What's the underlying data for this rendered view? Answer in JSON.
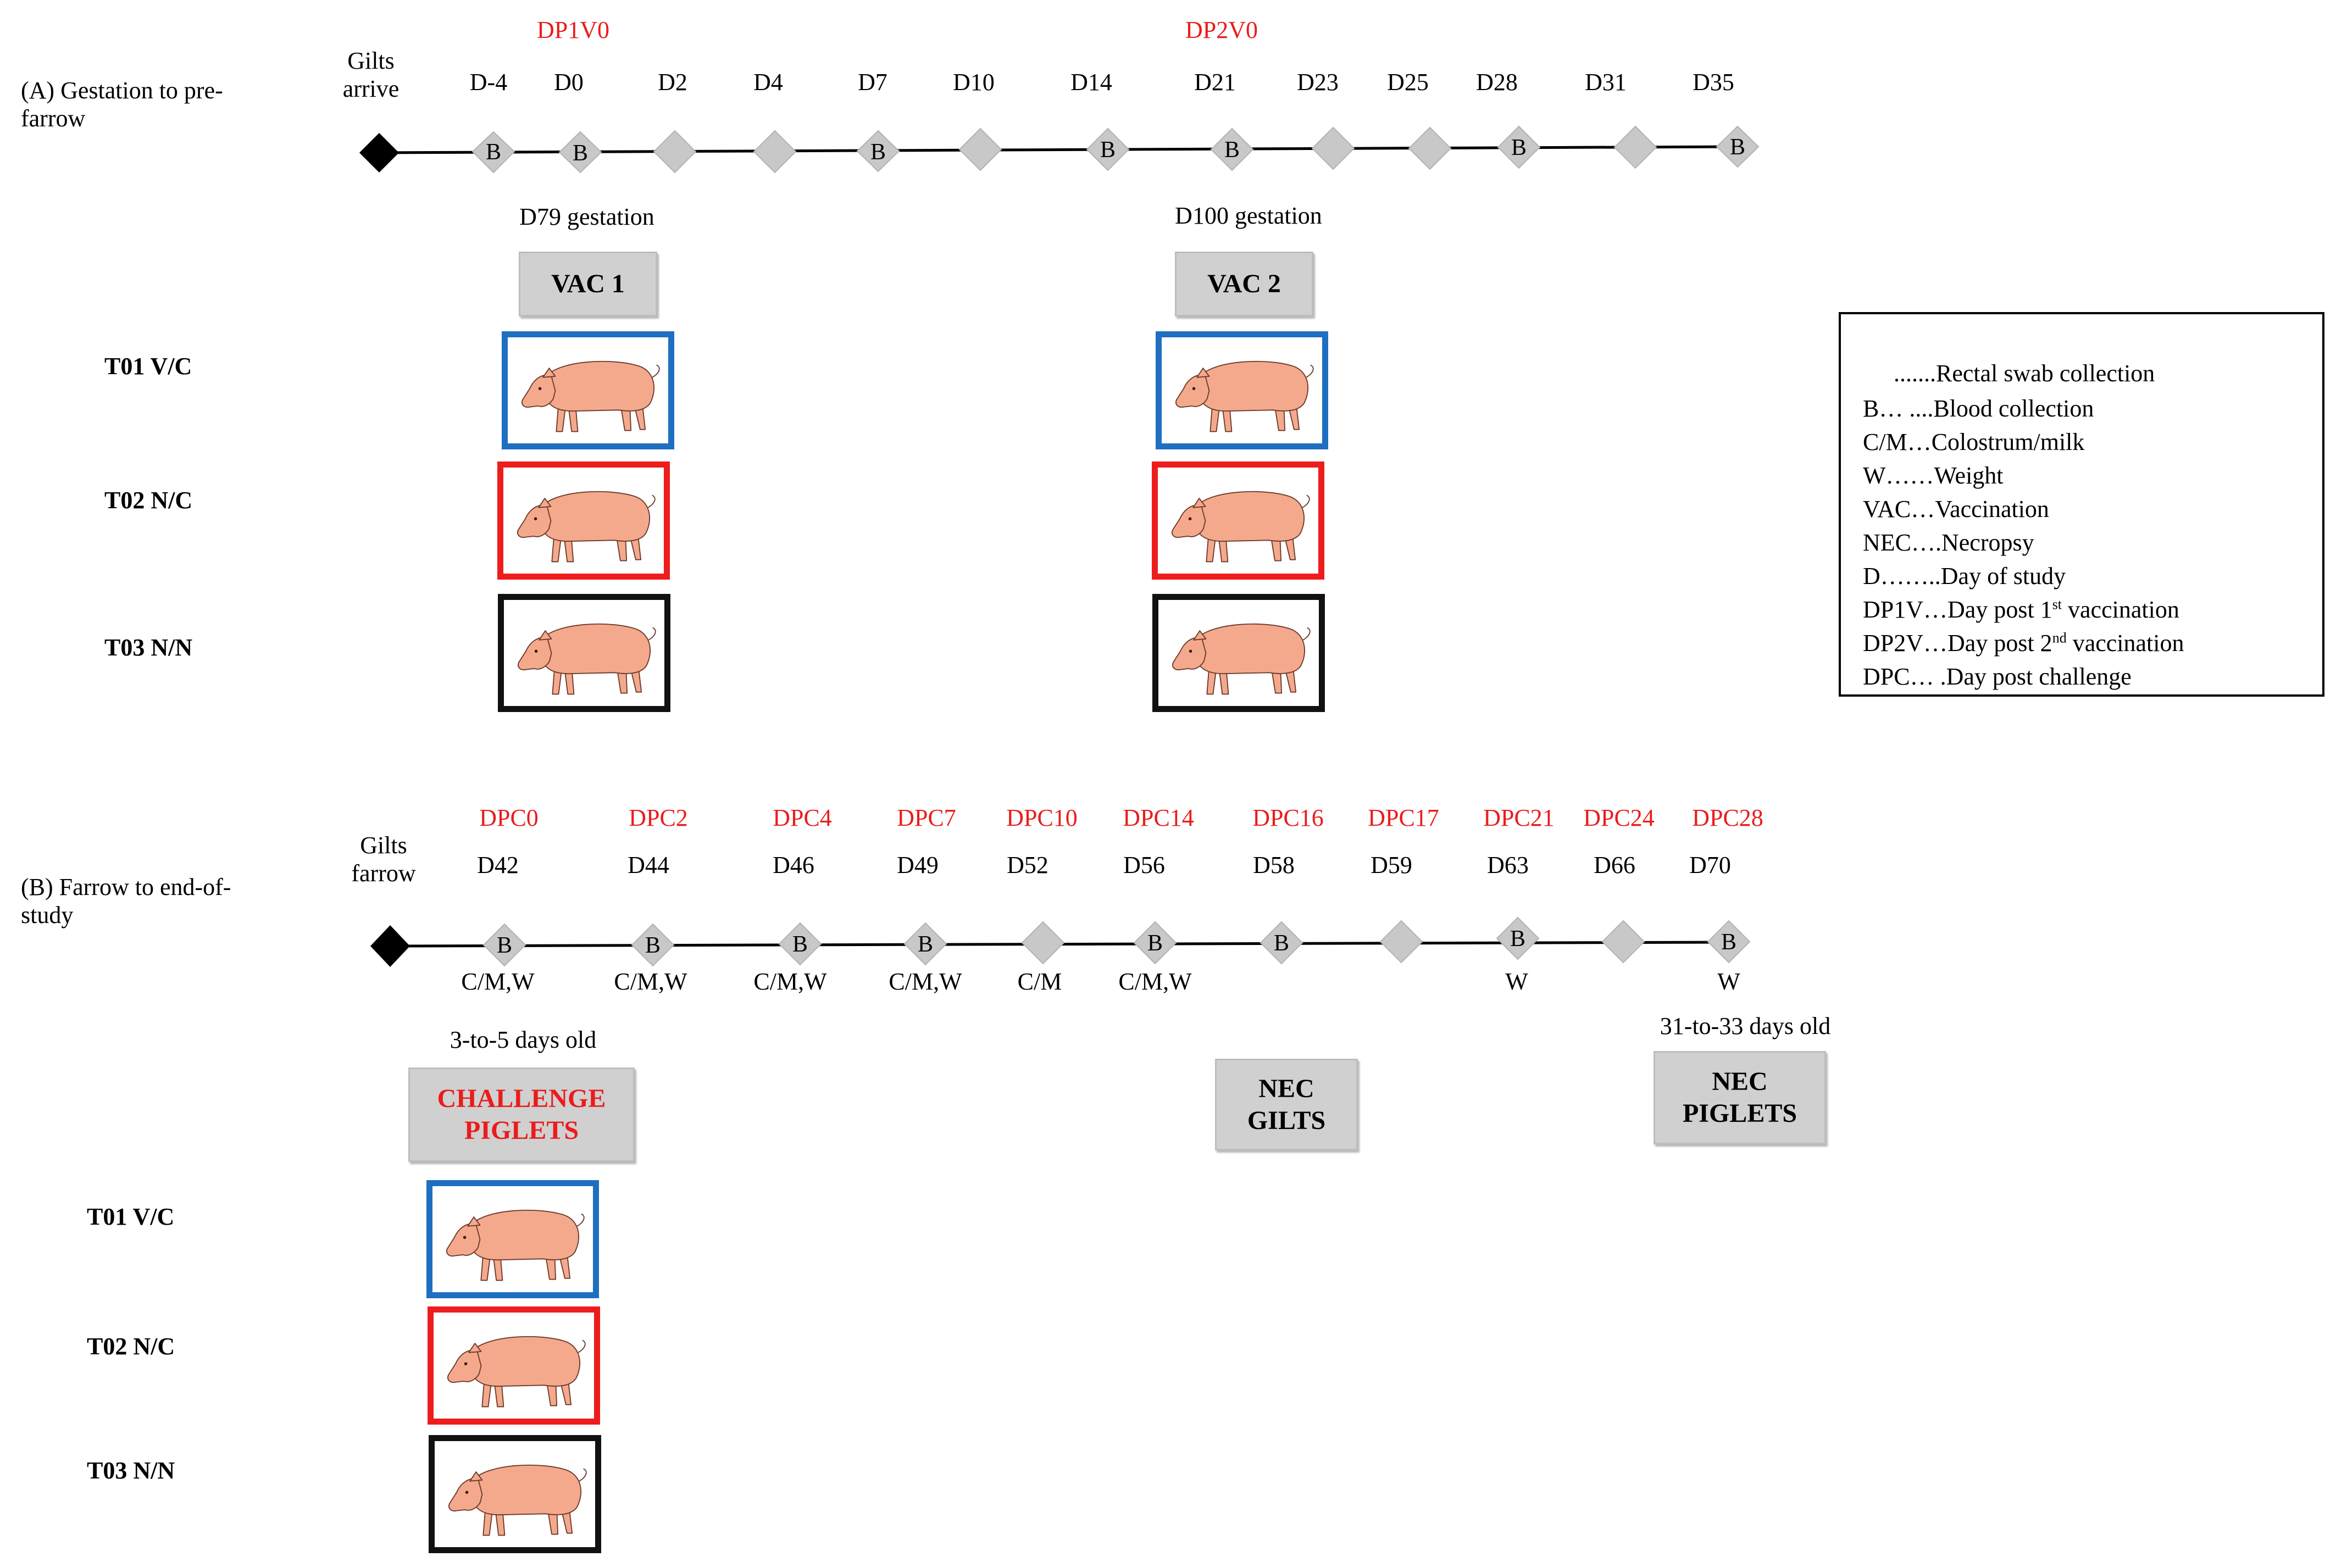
{
  "panel_a": {
    "title": "(A) Gestation to pre-farrow",
    "start_label": "Gilts arrive",
    "visit_labels": [
      "DP1V0",
      "DP2V0"
    ],
    "days": [
      "D-4",
      "D0",
      "D2",
      "D4",
      "D7",
      "D10",
      "D14",
      "D21",
      "D23",
      "D25",
      "D28",
      "D31",
      "D35"
    ],
    "gestation_1": "D79 gestation",
    "gestation_2": "D100 gestation",
    "vac1": "VAC 1",
    "vac2": "VAC 2",
    "groups": [
      "T01 V/C",
      "T02 N/C",
      "T03 N/N"
    ]
  },
  "panel_b": {
    "title": "(B) Farrow to end-of-study",
    "start_label": "Gilts farrow",
    "dpc": [
      "DPC0",
      "DPC2",
      "DPC4",
      "DPC7",
      "DPC10",
      "DPC14",
      "DPC16",
      "DPC17",
      "DPC21",
      "DPC24",
      "DPC28"
    ],
    "days": [
      "D42",
      "D44",
      "D46",
      "D49",
      "D52",
      "D56",
      "D58",
      "D59",
      "D63",
      "D66",
      "D70"
    ],
    "samples": [
      "C/M,W",
      "C/M,W",
      "C/M,W",
      "C/M,W",
      "C/M",
      "C/M,W",
      "W",
      "W"
    ],
    "age_challenge": "3-to-5 days old",
    "challenge": "CHALLENGE PIGLETS",
    "nec_gilts": "NEC GILTS",
    "age_nec": "31-to-33 days old",
    "nec_piglets": "NEC PIGLETS",
    "groups": [
      "T01 V/C",
      "T02 N/C",
      "T03 N/N"
    ]
  },
  "markers": {
    "blood": "B"
  },
  "legend": {
    "rectal": ".......Rectal swab collection",
    "blood": "B… ....Blood collection",
    "colostrum": "C/M…Colostrum/milk",
    "weight": "W……Weight",
    "vac": "VAC…Vaccination",
    "nec": "NEC….Necropsy",
    "day": "D……..Day of study",
    "dp1v_a": "DP1V…Day post 1",
    "dp1v_sup": "st",
    "dp1v_b": " vaccination",
    "dp2v_a": "DP2V…Day post 2",
    "dp2v_sup": "nd",
    "dp2v_b": " vaccination",
    "dpc": "DPC… .Day post challenge"
  },
  "colors": {
    "t01": "#1f6fc0",
    "t02": "#ee1c1c",
    "t03": "#111111",
    "pig": "#f5a98c",
    "diamond": "#c8c8c8",
    "red_text": "#ea1c1c"
  }
}
